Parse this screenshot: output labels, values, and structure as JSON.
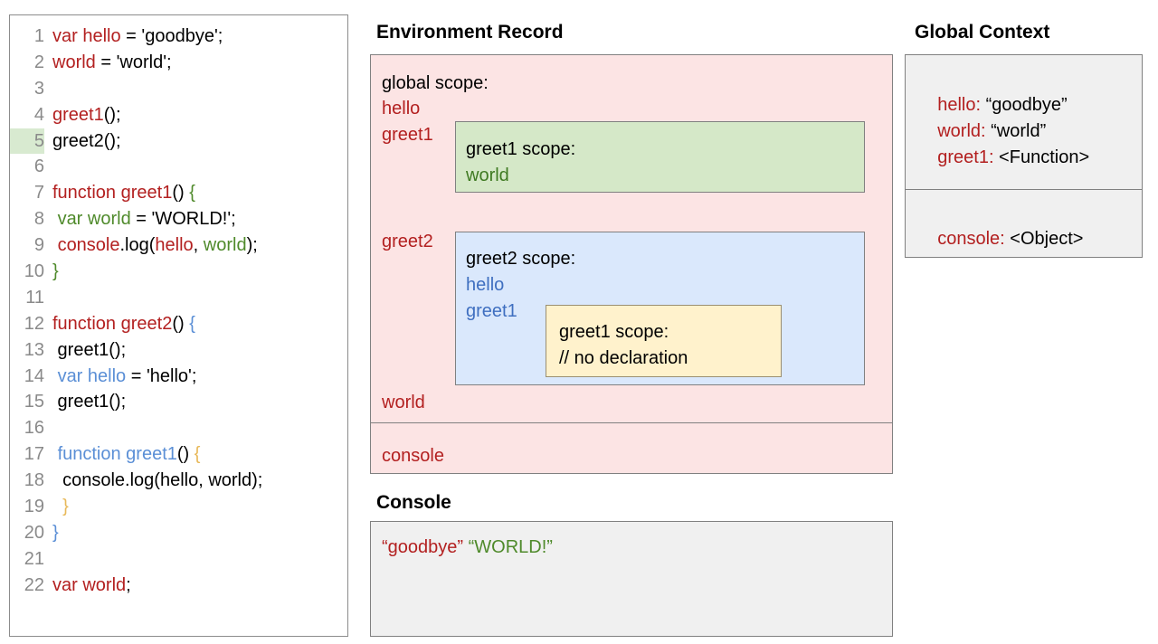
{
  "code_panel": {
    "lines": [
      {
        "num": "1",
        "highlight": false,
        "tokens": [
          {
            "t": "var hello",
            "c": "red"
          },
          {
            "t": " = 'goodbye';",
            "c": "black"
          }
        ]
      },
      {
        "num": "2",
        "highlight": false,
        "tokens": [
          {
            "t": "world",
            "c": "red"
          },
          {
            "t": " = 'world';",
            "c": "black"
          }
        ]
      },
      {
        "num": "3",
        "highlight": false,
        "tokens": []
      },
      {
        "num": "4",
        "highlight": false,
        "tokens": [
          {
            "t": "greet1",
            "c": "red"
          },
          {
            "t": "();",
            "c": "black"
          }
        ]
      },
      {
        "num": "5",
        "highlight": true,
        "tokens": [
          {
            "t": "greet2();",
            "c": "black"
          }
        ]
      },
      {
        "num": "6",
        "highlight": false,
        "tokens": []
      },
      {
        "num": "7",
        "highlight": false,
        "tokens": [
          {
            "t": "function greet1",
            "c": "red"
          },
          {
            "t": "() ",
            "c": "black"
          },
          {
            "t": "{",
            "c": "green"
          }
        ]
      },
      {
        "num": "8",
        "highlight": false,
        "tokens": [
          {
            "t": " ",
            "c": "black"
          },
          {
            "t": "var world",
            "c": "green"
          },
          {
            "t": " = 'WORLD!';",
            "c": "black"
          }
        ]
      },
      {
        "num": "9",
        "highlight": false,
        "tokens": [
          {
            "t": " ",
            "c": "black"
          },
          {
            "t": "console",
            "c": "red"
          },
          {
            "t": ".log(",
            "c": "black"
          },
          {
            "t": "hello",
            "c": "red"
          },
          {
            "t": ", ",
            "c": "black"
          },
          {
            "t": "world",
            "c": "green"
          },
          {
            "t": ");",
            "c": "black"
          }
        ]
      },
      {
        "num": "10",
        "highlight": false,
        "tokens": [
          {
            "t": "}",
            "c": "green"
          }
        ]
      },
      {
        "num": "11",
        "highlight": false,
        "tokens": []
      },
      {
        "num": "12",
        "highlight": false,
        "tokens": [
          {
            "t": "function greet2",
            "c": "red"
          },
          {
            "t": "() ",
            "c": "black"
          },
          {
            "t": "{",
            "c": "blue"
          }
        ]
      },
      {
        "num": "13",
        "highlight": false,
        "tokens": [
          {
            "t": " greet1();",
            "c": "black"
          }
        ]
      },
      {
        "num": "14",
        "highlight": false,
        "tokens": [
          {
            "t": " ",
            "c": "black"
          },
          {
            "t": "var hello",
            "c": "blue"
          },
          {
            "t": " = 'hello';",
            "c": "black"
          }
        ]
      },
      {
        "num": "15",
        "highlight": false,
        "tokens": [
          {
            "t": " greet1();",
            "c": "black"
          }
        ]
      },
      {
        "num": "16",
        "highlight": false,
        "tokens": []
      },
      {
        "num": "17",
        "highlight": false,
        "tokens": [
          {
            "t": " ",
            "c": "black"
          },
          {
            "t": "function greet1",
            "c": "blue"
          },
          {
            "t": "() ",
            "c": "black"
          },
          {
            "t": "{",
            "c": "tan"
          }
        ]
      },
      {
        "num": "18",
        "highlight": false,
        "tokens": [
          {
            "t": "  console.log(hello, world);",
            "c": "black"
          }
        ]
      },
      {
        "num": "19",
        "highlight": false,
        "tokens": [
          {
            "t": "  ",
            "c": "black"
          },
          {
            "t": "}",
            "c": "tan"
          }
        ]
      },
      {
        "num": "20",
        "highlight": false,
        "tokens": [
          {
            "t": "}",
            "c": "blue"
          }
        ]
      },
      {
        "num": "21",
        "highlight": false,
        "tokens": []
      },
      {
        "num": "22",
        "highlight": false,
        "tokens": [
          {
            "t": "var world",
            "c": "red"
          },
          {
            "t": ";",
            "c": "black"
          }
        ]
      }
    ]
  },
  "environment_record": {
    "heading": "Environment Record",
    "global_scope_label": "global scope:",
    "bindings": [
      "hello",
      "greet1",
      "greet2",
      "world"
    ],
    "console_binding": "console",
    "greet1_scope": {
      "title": "greet1 scope:",
      "bindings": [
        "world"
      ]
    },
    "greet2_scope": {
      "title": "greet2 scope:",
      "bindings": [
        "hello",
        "greet1"
      ],
      "inner_greet1_scope": {
        "title": "greet1 scope:",
        "note": "// no declaration"
      }
    }
  },
  "global_context": {
    "heading": "Global Context",
    "entries": [
      {
        "key": "hello:",
        "value": " “goodbye”"
      },
      {
        "key": "world:",
        "value": " “world”"
      },
      {
        "key": "greet1:",
        "value": " <Function>"
      }
    ],
    "console_entry": {
      "key": "console:",
      "value": " <Object>"
    }
  },
  "console": {
    "heading": "Console",
    "output": [
      {
        "text": "“goodbye”",
        "color": "red"
      },
      {
        "text": " ",
        "color": "black"
      },
      {
        "text": "“WORLD!”",
        "color": "green"
      }
    ]
  },
  "colors": {
    "red": "#b32020",
    "green": "#4f8a2b",
    "blue": "#5b8fd6",
    "tan": "#e8b95a",
    "pink_bg": "#fce4e4",
    "green_bg": "#d5e8c8",
    "blue_bg": "#dae8fc",
    "yellow_bg": "#fff2cc",
    "grey_bg": "#f0f0f0",
    "highlight_line": "#d8ead0"
  }
}
